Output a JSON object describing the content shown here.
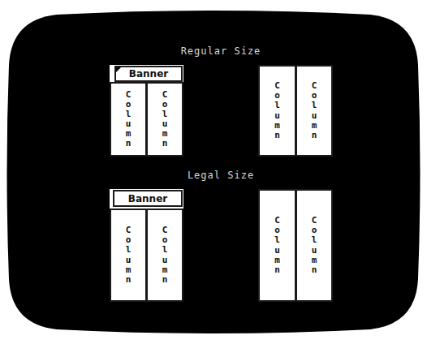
{
  "diagram": {
    "nodes": [
      {
        "text": [
          "Banner"
        ]
      },
      {
        "text": [
          "Column"
        ]
      },
      {
        "text": [
          "Column"
        ]
      },
      {
        "text": [
          "Column"
        ]
      },
      {
        "text": [
          "Column"
        ]
      },
      {
        "text": [
          "Banner"
        ]
      },
      {
        "text": [
          "Column"
        ]
      },
      {
        "text": [
          "Column"
        ]
      },
      {
        "text": [
          "Column"
        ]
      },
      {
        "text": [
          "Column"
        ]
      }
    ],
    "labels": [
      "Regular Size",
      "Legal Size"
    ]
  }
}
